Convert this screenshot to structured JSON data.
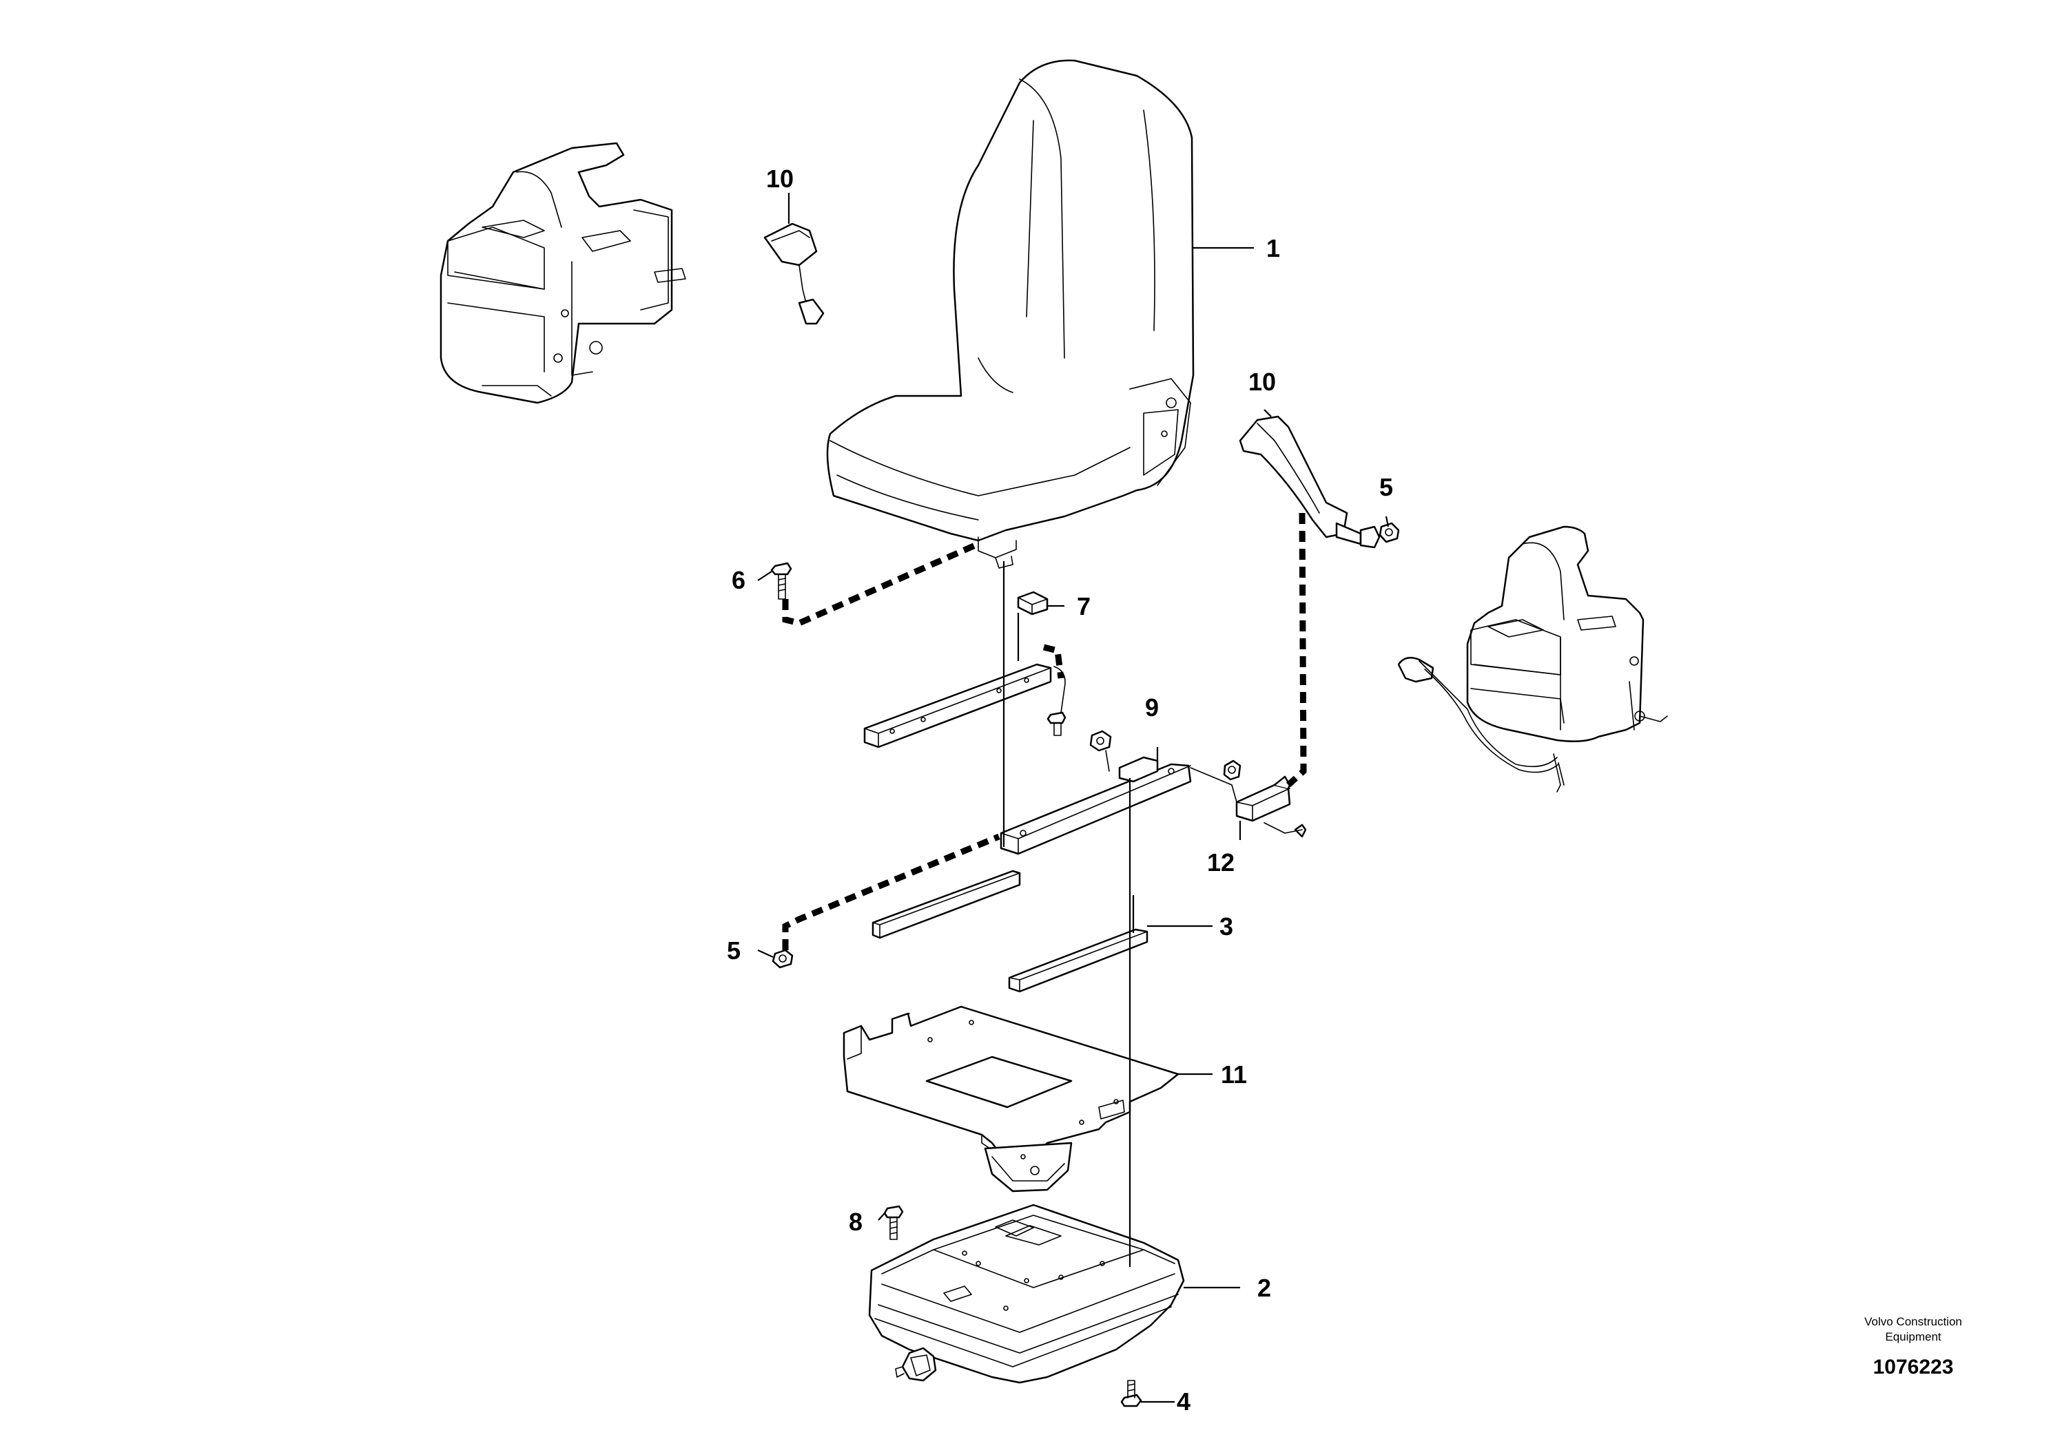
{
  "callouts": {
    "c1": "1",
    "c2": "2",
    "c3": "3",
    "c4": "4",
    "c5a": "5",
    "c5b": "5",
    "c6": "6",
    "c7": "7",
    "c8": "8",
    "c9": "9",
    "c10a": "10",
    "c10b": "10",
    "c11": "11",
    "c12": "12"
  },
  "footer": {
    "company_line1": "Volvo Construction",
    "company_line2": "Equipment",
    "document_number": "1076223"
  }
}
